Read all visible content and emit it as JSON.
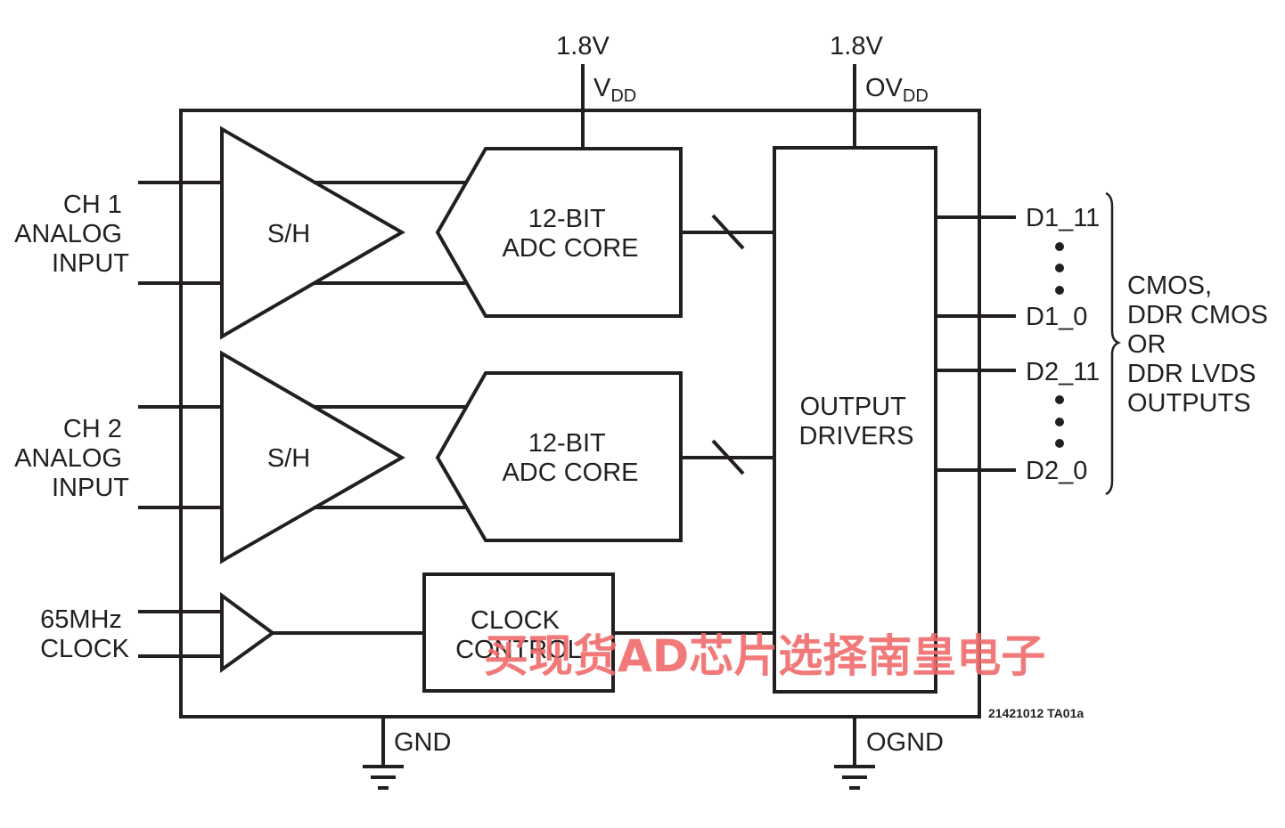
{
  "supplies": {
    "vdd_voltage": "1.8V",
    "vdd_label": "V",
    "vdd_sub": "DD",
    "ovdd_voltage": "1.8V",
    "ovdd_label": "OV",
    "ovdd_sub": "DD"
  },
  "inputs": {
    "ch1": [
      "CH 1",
      "ANALOG",
      "INPUT"
    ],
    "ch2": [
      "CH 2",
      "ANALOG",
      "INPUT"
    ],
    "clock": [
      "65MHz",
      "CLOCK"
    ]
  },
  "blocks": {
    "sh1": "S/H",
    "sh2": "S/H",
    "adc1": [
      "12-BIT",
      "ADC CORE"
    ],
    "adc2": [
      "12-BIT",
      "ADC CORE"
    ],
    "clock_control": [
      "CLOCK",
      "CONTROL"
    ],
    "output_drivers": [
      "OUTPUT",
      "DRIVERS"
    ]
  },
  "outputs": {
    "d1_11": "D1_11",
    "d1_0": "D1_0",
    "d2_11": "D2_11",
    "d2_0": "D2_0",
    "description": [
      "CMOS,",
      "DDR CMOS",
      "OR",
      "DDR LVDS",
      "OUTPUTS"
    ]
  },
  "grounds": {
    "gnd": "GND",
    "ognd": "OGND"
  },
  "code": "21421012 TA01a",
  "watermark": "买现货AD芯片选择南皇电子"
}
